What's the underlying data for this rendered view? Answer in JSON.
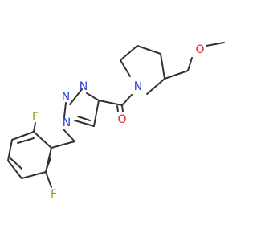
{
  "colors": {
    "bond": "#333333",
    "N": "#2b3fe0",
    "O": "#e8202a",
    "F": "#9a9a10"
  },
  "atoms": {
    "n1": "N",
    "n2": "N",
    "n3": "N",
    "n_pip": "N",
    "o_carbonyl": "O",
    "o_ether": "O",
    "f1": "F",
    "f2": "F"
  }
}
